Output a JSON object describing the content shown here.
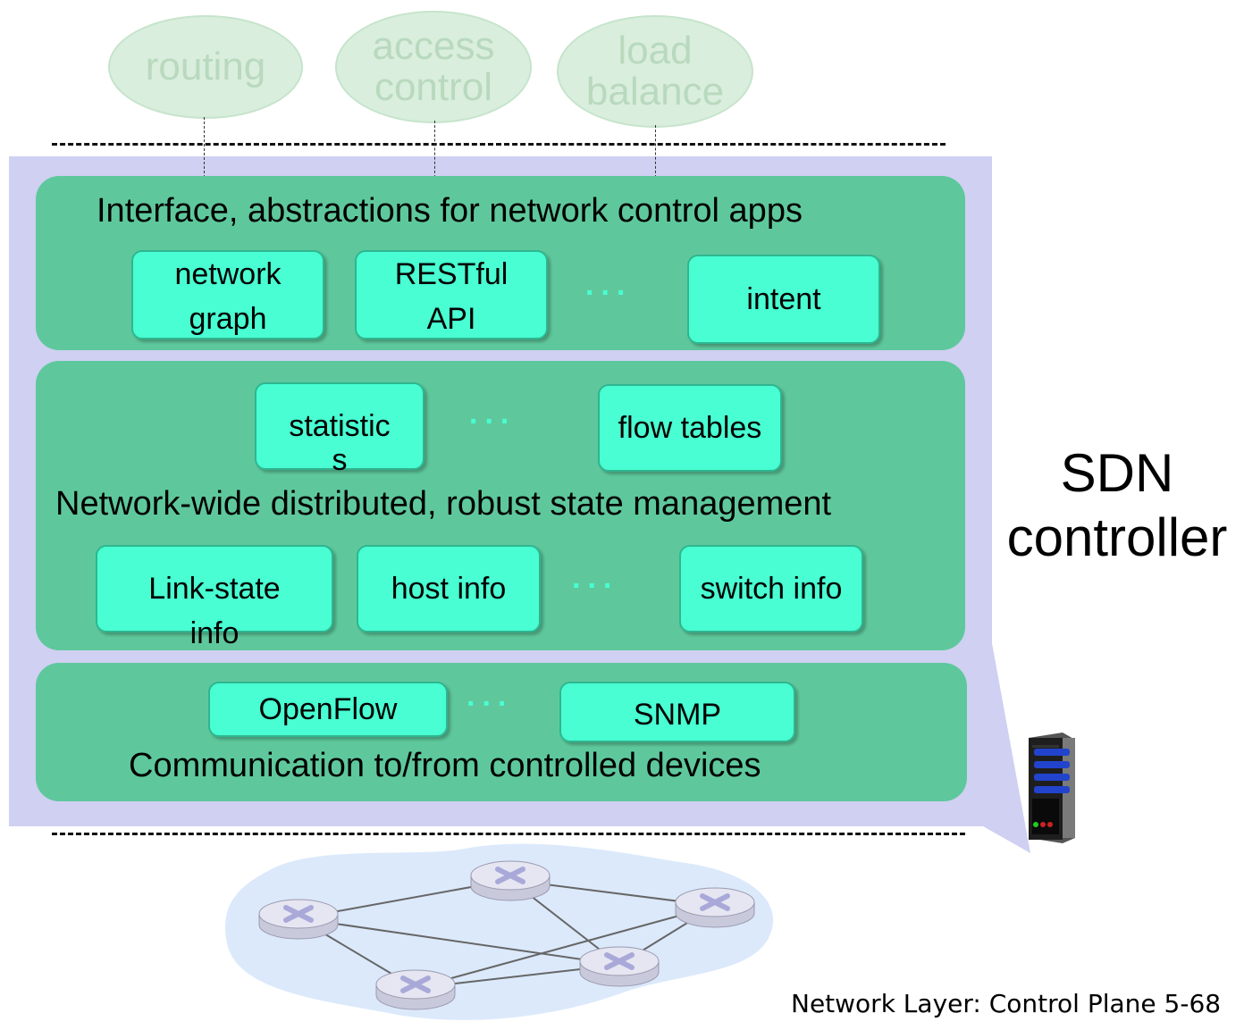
{
  "apps": [
    {
      "label_lines": [
        "routing"
      ]
    },
    {
      "label_lines": [
        "access",
        "control"
      ]
    },
    {
      "label_lines": [
        "load",
        "balance"
      ]
    }
  ],
  "layers": {
    "interface": {
      "title": "Interface, abstractions for network control apps",
      "boxes": [
        {
          "lines": [
            "network",
            "graph"
          ]
        },
        {
          "lines": [
            "RESTful",
            "API"
          ]
        },
        {
          "lines": [
            "intent"
          ]
        }
      ],
      "ellipsis": "..."
    },
    "state": {
      "title": "Network-wide distributed, robust  state management",
      "top_boxes": [
        {
          "lines": [
            "statistic",
            "s"
          ]
        },
        {
          "lines": [
            "flow tables"
          ]
        }
      ],
      "bottom_boxes": [
        {
          "lines": [
            "Link-state",
            "info"
          ]
        },
        {
          "lines": [
            "host info"
          ]
        },
        {
          "lines": [
            "switch info"
          ]
        }
      ],
      "ellipsis": "..."
    },
    "communication": {
      "title": "Communication to/from controlled devices",
      "boxes": [
        {
          "lines": [
            "OpenFlow"
          ]
        },
        {
          "lines": [
            "SNMP"
          ]
        }
      ],
      "ellipsis": "..."
    }
  },
  "controller_label": [
    "SDN",
    "controller"
  ],
  "footer": "Network Layer: Control Plane 5-68",
  "colors": {
    "panel": "#cfd0f2",
    "layer": "#5ec89c",
    "box": "#48fed2",
    "app_bubble": "#d9eedd"
  },
  "icons": [
    "server-icon",
    "router-icon",
    "network-cloud"
  ]
}
